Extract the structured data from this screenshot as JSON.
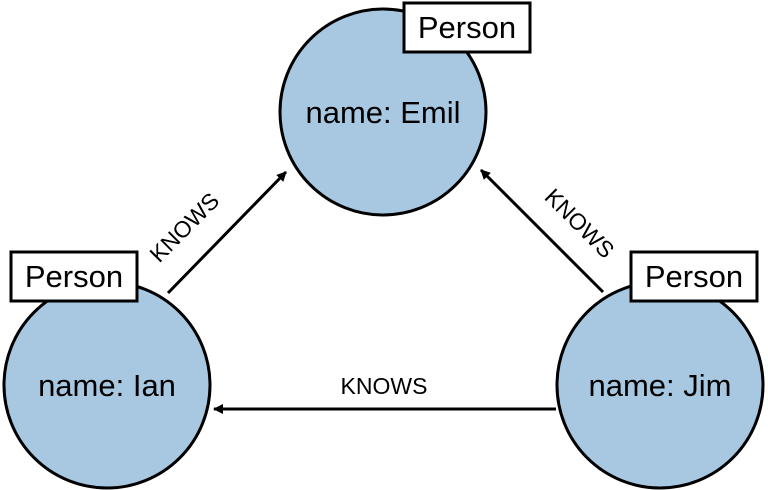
{
  "nodes": {
    "emil": {
      "label": "Person",
      "property": "name: Emil"
    },
    "ian": {
      "label": "Person",
      "property": "name: Ian"
    },
    "jim": {
      "label": "Person",
      "property": "name: Jim"
    }
  },
  "relationships": {
    "ian_to_emil": {
      "type": "KNOWS"
    },
    "jim_to_emil": {
      "type": "KNOWS"
    },
    "jim_to_ian": {
      "type": "KNOWS"
    }
  },
  "colors": {
    "node_fill": "#a8c8e2",
    "stroke": "#000000",
    "label_fill": "#ffffff"
  }
}
